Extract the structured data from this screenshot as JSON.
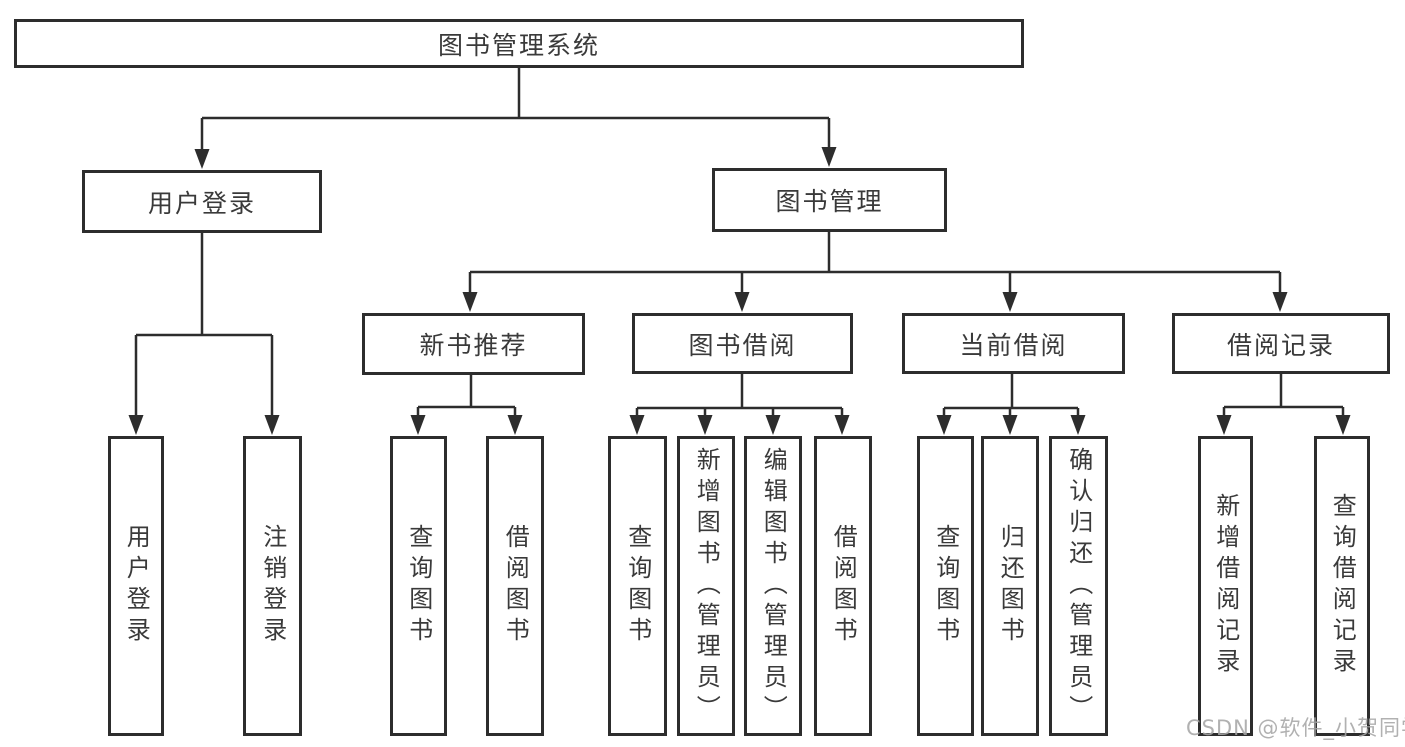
{
  "diagram_title": "图书管理系统",
  "nodes": {
    "root": {
      "label": "图书管理系统"
    },
    "level2": [
      {
        "label": "用户登录"
      },
      {
        "label": "图书管理"
      }
    ],
    "level3": [
      {
        "label": "新书推荐",
        "parent": "图书管理"
      },
      {
        "label": "图书借阅",
        "parent": "图书管理"
      },
      {
        "label": "当前借阅",
        "parent": "图书管理"
      },
      {
        "label": "借阅记录",
        "parent": "图书管理"
      }
    ],
    "leaves": [
      {
        "label": "用户登录",
        "parent": "用户登录"
      },
      {
        "label": "注销登录",
        "parent": "用户登录"
      },
      {
        "label": "查询图书",
        "parent": "新书推荐"
      },
      {
        "label": "借阅图书",
        "parent": "新书推荐"
      },
      {
        "label": "查询图书",
        "parent": "图书借阅"
      },
      {
        "label": "新增图书（管理员）",
        "parent": "图书借阅"
      },
      {
        "label": "编辑图书（管理员）",
        "parent": "图书借阅"
      },
      {
        "label": "借阅图书",
        "parent": "图书借阅"
      },
      {
        "label": "查询图书",
        "parent": "当前借阅"
      },
      {
        "label": "归还图书",
        "parent": "当前借阅"
      },
      {
        "label": "确认归还（管理员）",
        "parent": "当前借阅"
      },
      {
        "label": "新增借阅记录",
        "parent": "借阅记录"
      },
      {
        "label": "查询借阅记录",
        "parent": "借阅记录"
      }
    ]
  },
  "watermark": {
    "text": "CSDN @软件_小贺同学"
  },
  "colors": {
    "line": "#2d2d2d",
    "box_border": "#2d2d2d",
    "text": "#3a3a3a",
    "background": "#ffffff",
    "watermark": "#a6a6a6"
  }
}
